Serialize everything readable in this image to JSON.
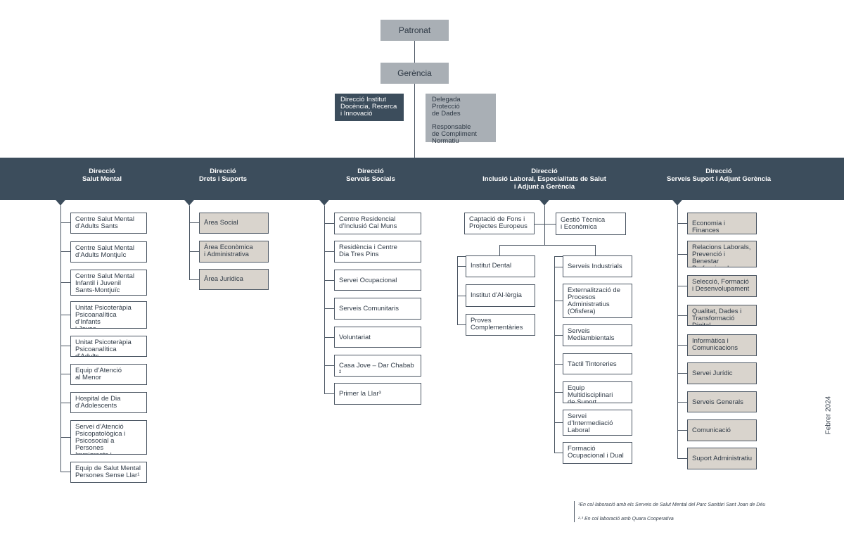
{
  "top": {
    "patronat": "Patronat",
    "gerencia": "Gerència"
  },
  "staff": {
    "direccio_institut": "Direcció Institut\nDocència, Recerca\ni Innovació",
    "delegada": "Delegada Protecció\nde Dades",
    "responsable": "Responsable\nde Compliment\nNormatiu"
  },
  "columns": [
    {
      "heading": "Direcció\nSalut Mental",
      "items": [
        "Centre Salut Mental\nd’Adults Sants",
        "Centre Salut Mental\nd’Adults Montjuïc",
        "Centre Salut Mental\nInfantil i Juvenil\nSants-Montjuïc",
        "Unitat Psicoteràpia\nPsicoanalítica d’Infants\ni Joves",
        "Unitat Psicoteràpia\nPsicoanalítica d’Adults",
        "Equip d’Atenció\nal Menor",
        "Hospital de Dia\nd’Adolescents",
        "Servei d’Atenció\nPsicopatològica i\nPsicosocial a Persones\nImmigrants i Refugiades",
        "Equip de Salut Mental\nPersones Sense Llar¹"
      ]
    },
    {
      "heading": "Direcció\nDrets i Suports",
      "items": [
        "Àrea Social",
        "Àrea Econòmica\ni Administrativa",
        "Àrea Jurídica"
      ]
    },
    {
      "heading": "Direcció\nServeis Socials",
      "items": [
        "Centre Residencial\nd’Inclusió Cal Muns",
        "Residència i Centre\nDia Tres Pins",
        "Servei Ocupacional",
        "Serveis Comunitaris",
        "Voluntariat",
        "Casa Jove – Dar Chabab ²",
        "Primer la Llar³"
      ]
    },
    {
      "heading": "Direcció\nInclusió Laboral, Especialitats de Salut\ni Adjunt a Gerència",
      "top_items": [
        "Captació de Fons i\nProjectes Europeus",
        "Gestió Tècnica\ni Econòmica"
      ],
      "left_items": [
        "Institut Dental",
        "Institut d’Al·lèrgia",
        "Proves\nComplementàries"
      ],
      "right_items": [
        "Serveis Industrials",
        "Externalització de\nProcesos\nAdministratius\n(Ofisfera)",
        "Serveis\nMediambientals",
        "Tàctil Tintoreries",
        "Equip Multidisciplinari\nde Suport",
        "Servei\nd’Intermediació\nLaboral",
        "Formació\nOcupacional i Dual"
      ]
    },
    {
      "heading": "Direcció\nServeis Suport i Adjunt Gerència",
      "items": [
        "Economia i Finances",
        "Relacions Laborals,\nPrevenció i Benestar\nProfessional",
        "Selecció, Formació\ni Desenvolupament",
        "Qualitat, Dades i\nTransformació Digital",
        "Informàtica i\nComunicacions",
        "Servei Jurídic",
        "Serveis Generals",
        "Comunicació",
        "Suport Administratiu"
      ]
    }
  ],
  "legend": {
    "note1": "¹En col·laboració amb els Serveis de Salut Mental del Parc Sanitàri Sant Joan de Déu",
    "note2": "²·³ En col·laboració amb Quara Cooperativa"
  },
  "date": "Febrer 2024"
}
